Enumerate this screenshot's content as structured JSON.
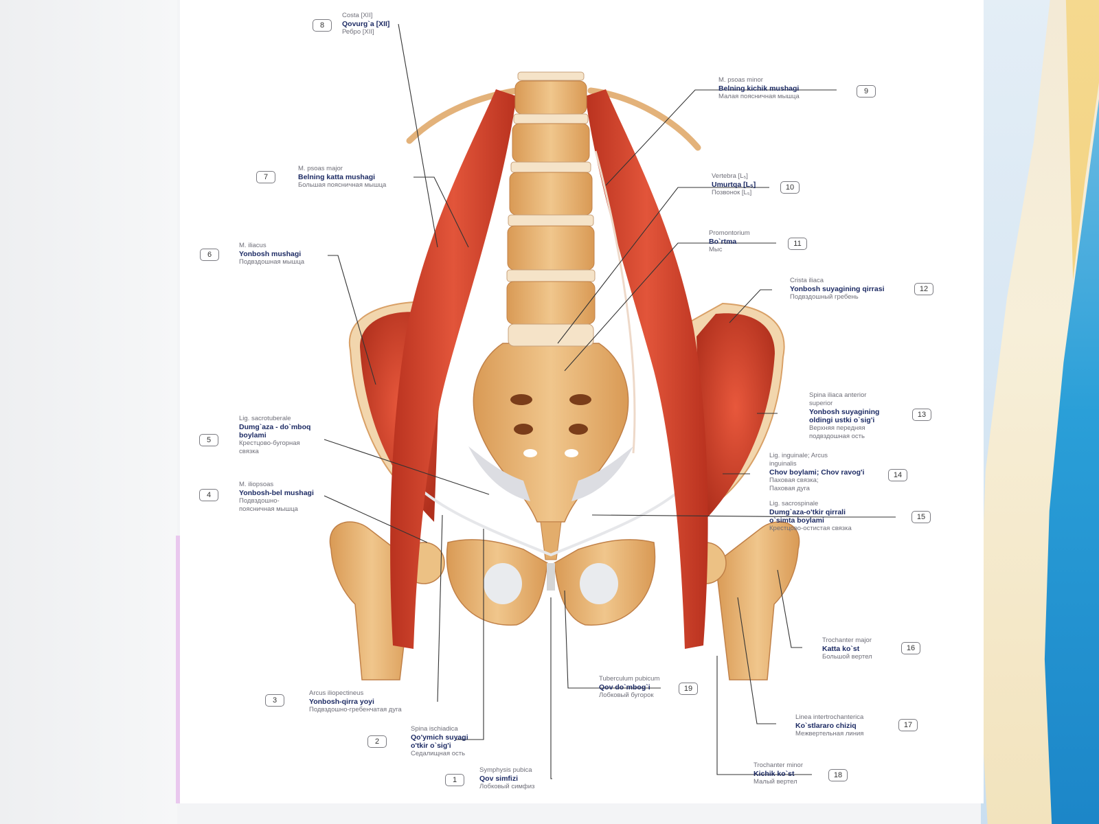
{
  "colors": {
    "muscle": "#d9432d",
    "muscle_dark": "#a82a1c",
    "bone": "#e9b877",
    "bone_dark": "#c8864a",
    "disc": "#f5e3c8",
    "ligament": "#d8dadf",
    "leader_line": "#333333",
    "label_uz": "#1d2b64"
  },
  "labels": [
    {
      "id": "1",
      "num": "1",
      "lat": "Symphysis pubica",
      "uz": "Qov simfizi",
      "ru": "Лобковый симфиз"
    },
    {
      "id": "2",
      "num": "2",
      "lat": "Spina ischiadica",
      "uz": "Qo'ymich suyagi\no'tkir o`sig'i",
      "ru": "Седалищная ость"
    },
    {
      "id": "3",
      "num": "3",
      "lat": "Arcus iliopectineus",
      "uz": "Yonbosh-qirra yoyi",
      "ru": "Подвздошно-гребенчатая дуга"
    },
    {
      "id": "4",
      "num": "4",
      "lat": "M. iliopsoas",
      "uz": "Yonbosh-bel mushagi",
      "ru": "Подвздошно-\nпоясничная мышца"
    },
    {
      "id": "5",
      "num": "5",
      "lat": "Lig. sacrotuberale",
      "uz": "Dumg`aza - do`mboq\nboylami",
      "ru": "Крестцово-бугорная\nсвязка"
    },
    {
      "id": "6",
      "num": "6",
      "lat": "M. iliacus",
      "uz": "Yonbosh mushagi",
      "ru": "Подвздошная мышца"
    },
    {
      "id": "7",
      "num": "7",
      "lat": "M. psoas major",
      "uz": "Belning katta mushagi",
      "ru": "Большая поясничная мышца"
    },
    {
      "id": "8",
      "num": "8",
      "lat": "Costa [XII]",
      "uz": "Qovurg`a [XII]",
      "ru": "Ребро [XII]"
    },
    {
      "id": "9",
      "num": "9",
      "lat": "M. psoas minor",
      "uz": "Belning kichik mushagi",
      "ru": "Малая поясничная мышца"
    },
    {
      "id": "10",
      "num": "10",
      "lat": "Vertebra [L₅]",
      "uz": "Umurtqa [L₅]",
      "ru": "Позвонок [L₅]"
    },
    {
      "id": "11",
      "num": "11",
      "lat": "Promontorium",
      "uz": "Bo`rtma",
      "ru": "Мыс"
    },
    {
      "id": "12",
      "num": "12",
      "lat": "Crista iliaca",
      "uz": "Yonbosh suyagining qirrasi",
      "ru": "Подвздошный гребень"
    },
    {
      "id": "13",
      "num": "13",
      "lat": "Spina iliaca anterior\nsuperior",
      "uz": "Yonbosh suyagining\noldingi ustki o`sig'i",
      "ru": "Верхняя передняя\nподвздошная ость"
    },
    {
      "id": "14",
      "num": "14",
      "lat": "Lig. inguinale; Arcus\ninguinalis",
      "uz": "Chov boylami; Chov ravog'i",
      "ru": "Паховая связка;\nПаховая дуга"
    },
    {
      "id": "15",
      "num": "15",
      "lat": "Lig. sacrospinale",
      "uz": "Dumg`aza-o'tkir qirrali\no`simta boylami",
      "ru": "Крестцово-остистая связка"
    },
    {
      "id": "16",
      "num": "16",
      "lat": "Trochanter major",
      "uz": "Katta ko`st",
      "ru": "Большой вертел"
    },
    {
      "id": "17",
      "num": "17",
      "lat": "Linea intertrochanterica",
      "uz": "Ko`stlararo chiziq",
      "ru": "Межвертельная линия"
    },
    {
      "id": "18",
      "num": "18",
      "lat": "Trochanter minor",
      "uz": "Kichik ko`st",
      "ru": "Малый вертел"
    },
    {
      "id": "19",
      "num": "19",
      "lat": "Tuberculum pubicum",
      "uz": "Qov do`mbog`i",
      "ru": "Лобковый бугорок"
    }
  ]
}
